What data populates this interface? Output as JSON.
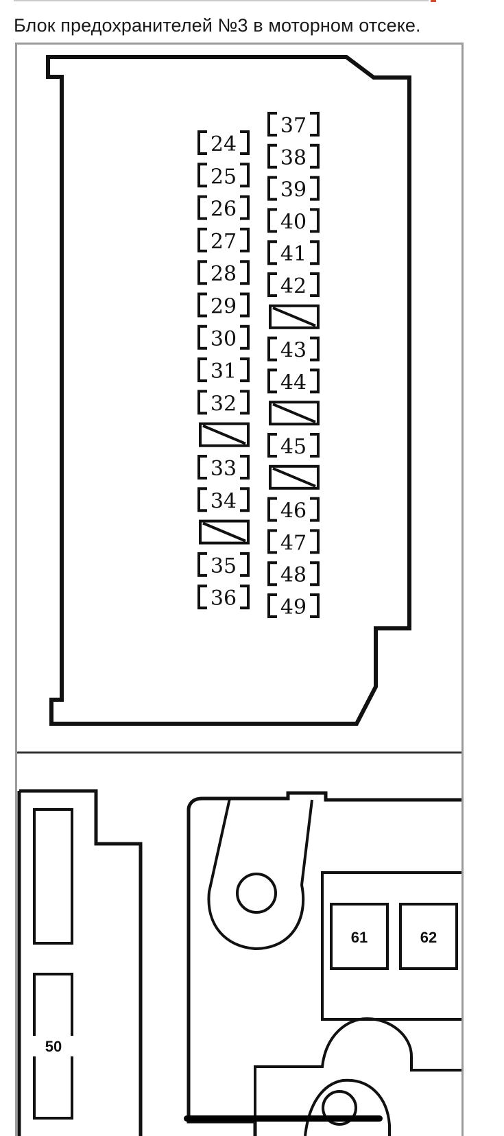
{
  "caption": "Блок предохранителей №3 в моторном отсеке.",
  "fuse_box": {
    "left_column": [
      {
        "kind": "fuse",
        "label": "24"
      },
      {
        "kind": "fuse",
        "label": "25"
      },
      {
        "kind": "fuse",
        "label": "26"
      },
      {
        "kind": "fuse",
        "label": "27"
      },
      {
        "kind": "fuse",
        "label": "28"
      },
      {
        "kind": "fuse",
        "label": "29"
      },
      {
        "kind": "fuse",
        "label": "30"
      },
      {
        "kind": "fuse",
        "label": "31"
      },
      {
        "kind": "fuse",
        "label": "32"
      },
      {
        "kind": "empty",
        "label": ""
      },
      {
        "kind": "fuse",
        "label": "33"
      },
      {
        "kind": "fuse",
        "label": "34"
      },
      {
        "kind": "empty",
        "label": ""
      },
      {
        "kind": "fuse",
        "label": "35"
      },
      {
        "kind": "fuse",
        "label": "36"
      }
    ],
    "right_column": [
      {
        "kind": "fuse",
        "label": "37"
      },
      {
        "kind": "fuse",
        "label": "38"
      },
      {
        "kind": "fuse",
        "label": "39"
      },
      {
        "kind": "fuse",
        "label": "40"
      },
      {
        "kind": "fuse",
        "label": "41"
      },
      {
        "kind": "fuse",
        "label": "42"
      },
      {
        "kind": "empty",
        "label": ""
      },
      {
        "kind": "fuse",
        "label": "43"
      },
      {
        "kind": "fuse",
        "label": "44"
      },
      {
        "kind": "empty",
        "label": ""
      },
      {
        "kind": "fuse",
        "label": "45"
      },
      {
        "kind": "empty",
        "label": ""
      },
      {
        "kind": "fuse",
        "label": "46"
      },
      {
        "kind": "fuse",
        "label": "47"
      },
      {
        "kind": "fuse",
        "label": "48"
      },
      {
        "kind": "fuse",
        "label": "49"
      }
    ]
  },
  "lower_block": {
    "fuse_50_label": "50",
    "relays": [
      {
        "label": "61"
      },
      {
        "label": "62"
      }
    ]
  }
}
